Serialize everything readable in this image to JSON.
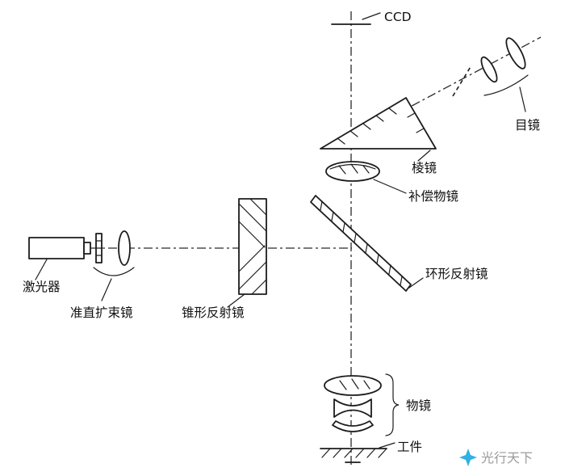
{
  "figure": {
    "type": "optical-system-diagram",
    "labels": {
      "ccd": "CCD",
      "eyepiece": "目镜",
      "prism": "棱镜",
      "compensation_objective": "补偿物镜",
      "ring_mirror": "环形反射镜",
      "cone_mirror": "锥形反射镜",
      "laser": "激光器",
      "beam_expander": "准直扩束镜",
      "objective": "物镜",
      "workpiece": "工件"
    },
    "watermark": {
      "text": "光行天下",
      "icon": "sparkle-icon",
      "icon_color": "#2fb1e3",
      "text_color": "#9b9b9b"
    },
    "colors": {
      "stroke": "#1c1c1c",
      "background": "#ffffff"
    }
  }
}
